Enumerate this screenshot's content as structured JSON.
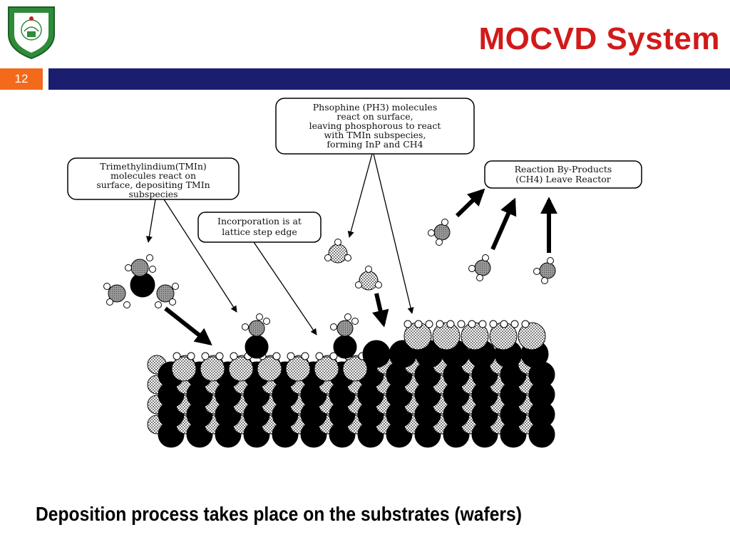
{
  "slide": {
    "title": "MOCVD System",
    "number": "12",
    "caption": "Deposition process takes place on the substrates (wafers)",
    "colors": {
      "title": "#d11a1a",
      "number_box": "#f26a1a",
      "header_bar": "#1b1e6e",
      "logo_green": "#2e8b3a"
    }
  },
  "callouts": {
    "tmin": {
      "lines": [
        "Trimethylindium(TMIn)",
        "molecules react on",
        "surface, depositing TMIn",
        "subspecies"
      ]
    },
    "incorporation": {
      "lines": [
        "Incorporation is at",
        "lattice step edge"
      ]
    },
    "phosphine": {
      "lines": [
        "Phsophine (PH3) molecules",
        "react on surface,",
        "leaving phosphorous to react",
        "with TMIn subspecies,",
        "forming InP and CH4"
      ]
    },
    "byproducts": {
      "lines": [
        "Reaction By-Products",
        "(CH4) Leave Reactor"
      ]
    }
  }
}
